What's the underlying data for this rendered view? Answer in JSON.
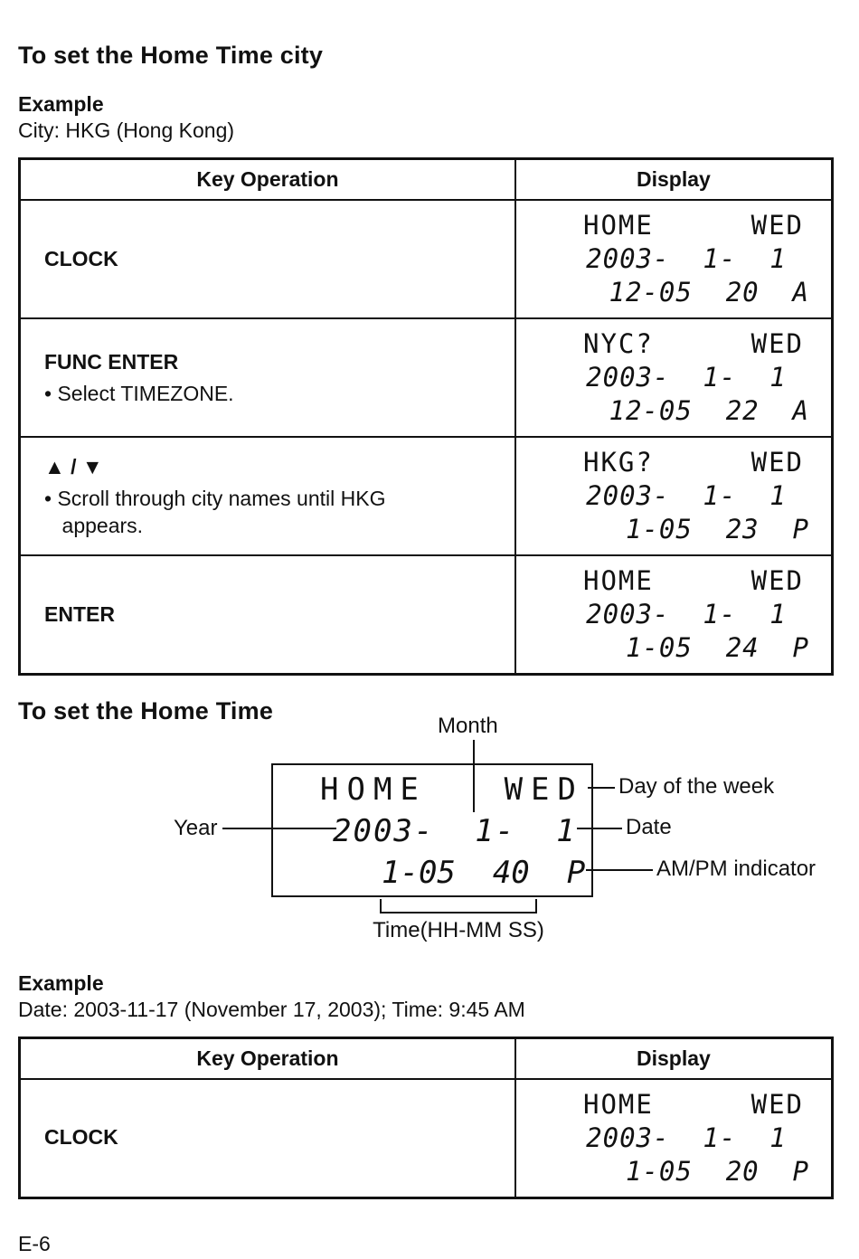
{
  "colors": {
    "ink": "#111111",
    "background": "#ffffff"
  },
  "page": {
    "footer": "E-6"
  },
  "section_city": {
    "title": "To set the Home Time city",
    "example_label": "Example",
    "example_text": "City: HKG (Hong Kong)",
    "table": {
      "col_key": "Key Operation",
      "col_display": "Display",
      "rows": [
        {
          "key": "CLOCK",
          "display": {
            "top_left": "HOME",
            "top_right": "WED",
            "date": "2003-  1-  1",
            "time": "12-05  20  A"
          }
        },
        {
          "key": "FUNC ENTER",
          "bullet": "• Select TIMEZONE.",
          "display": {
            "top_left": "NYC?",
            "top_right": "WED",
            "date": "2003-  1-  1",
            "time": "12-05  22  A"
          }
        },
        {
          "key": "▲ / ▼",
          "bullet": "• Scroll through city names until HKG appears.",
          "display": {
            "top_left": "HKG?",
            "top_right": "WED",
            "date": "2003-  1-  1",
            "time": "1-05  23  P"
          }
        },
        {
          "key": "ENTER",
          "display": {
            "top_left": "HOME",
            "top_right": "WED",
            "date": "2003-  1-  1",
            "time": "1-05  24  P"
          }
        }
      ]
    }
  },
  "section_time": {
    "title": "To set the Home Time",
    "diagram": {
      "label_month": "Month",
      "label_year": "Year",
      "label_day": "Day of the week",
      "label_date": "Date",
      "label_ampm": "AM/PM indicator",
      "label_time": "Time(HH-MM SS)",
      "display": {
        "top_left": "HOME",
        "top_right": "WED",
        "date": "2003-  1-  1",
        "time": "1-05  40  P"
      }
    },
    "example_label": "Example",
    "example_text": "Date: 2003-11-17 (November 17, 2003); Time: 9:45 AM",
    "table": {
      "col_key": "Key Operation",
      "col_display": "Display",
      "rows": [
        {
          "key": "CLOCK",
          "display": {
            "top_left": "HOME",
            "top_right": "WED",
            "date": "2003-  1-  1",
            "time": "1-05  20  P"
          }
        }
      ]
    }
  }
}
